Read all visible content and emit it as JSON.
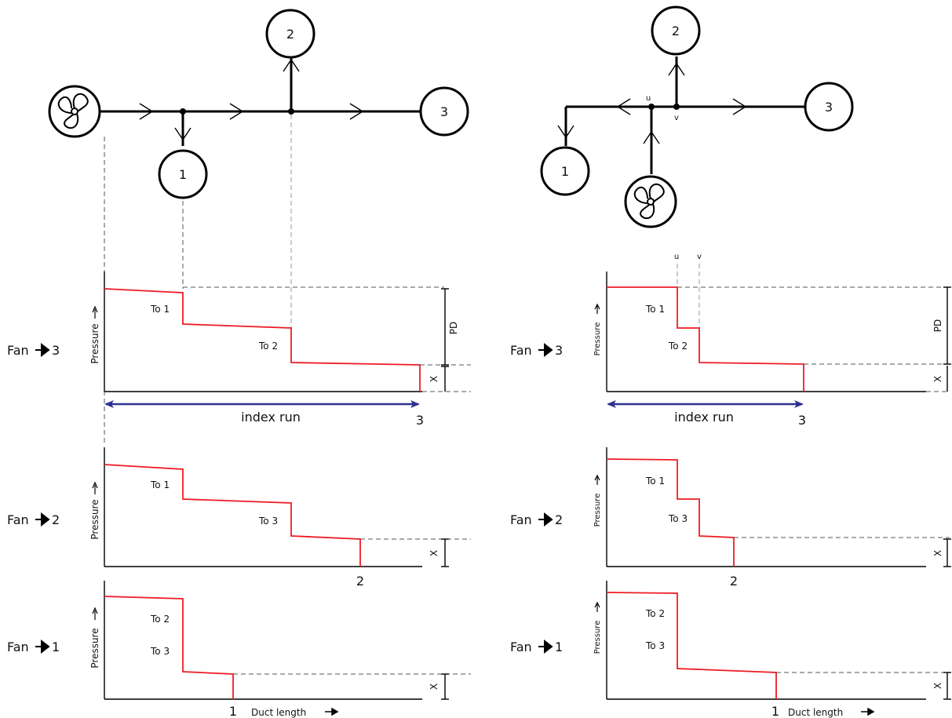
{
  "outlets": {
    "one": "1",
    "two": "2",
    "three": "3"
  },
  "junctions": {
    "u": "u",
    "v": "v"
  },
  "graph_text": {
    "pressure": "Pressure",
    "to1": "To 1",
    "to2": "To 2",
    "to3": "To 3",
    "pd": "PD",
    "x": "X",
    "index_run": "index run",
    "duct_length": "Duct length",
    "end1": "1",
    "end2": "2",
    "end3": "3"
  },
  "row_labels": {
    "fan3": "Fan",
    "fan2": "Fan",
    "fan1": "Fan",
    "n3": "3",
    "n2": "2",
    "n1": "1"
  },
  "colors": {
    "pressure_line": "#ee1c24",
    "index_run": "#2e3192"
  }
}
